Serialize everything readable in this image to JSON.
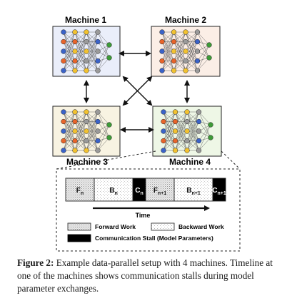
{
  "machines": [
    {
      "label": "Machine 1",
      "fill": "#eaeefa"
    },
    {
      "label": "Machine 2",
      "fill": "#fbeee6"
    },
    {
      "label": "Machine 3",
      "fill": "#f8f3e2"
    },
    {
      "label": "Machine 4",
      "fill": "#eef7e6"
    }
  ],
  "timeline": {
    "blocks": [
      {
        "base": "F",
        "sub": "n",
        "kind": "forward"
      },
      {
        "base": "B",
        "sub": "n",
        "kind": "backward"
      },
      {
        "base": "C",
        "sub": "n",
        "kind": "comm"
      },
      {
        "base": "F",
        "sub": "n+1",
        "kind": "forward"
      },
      {
        "base": "B",
        "sub": "n+1",
        "kind": "backward"
      },
      {
        "base": "C",
        "sub": "n+1",
        "kind": "comm"
      }
    ],
    "axis_label": "Time"
  },
  "legend": {
    "forward": "Forward Work",
    "backward": "Backward Work",
    "comm": "Communication Stall (Model Parameters)"
  },
  "caption": {
    "label": "Figure 2:",
    "text": "Example data-parallel setup with 4 machines. Timeline at one of the machines shows communication stalls during model parameter exchanges."
  },
  "colors": {
    "node_colors": [
      "#3b63c8",
      "#e8642a",
      "#f2c230",
      "#9a9a9a",
      "#3e9b38"
    ],
    "comm_block": "#000000"
  }
}
